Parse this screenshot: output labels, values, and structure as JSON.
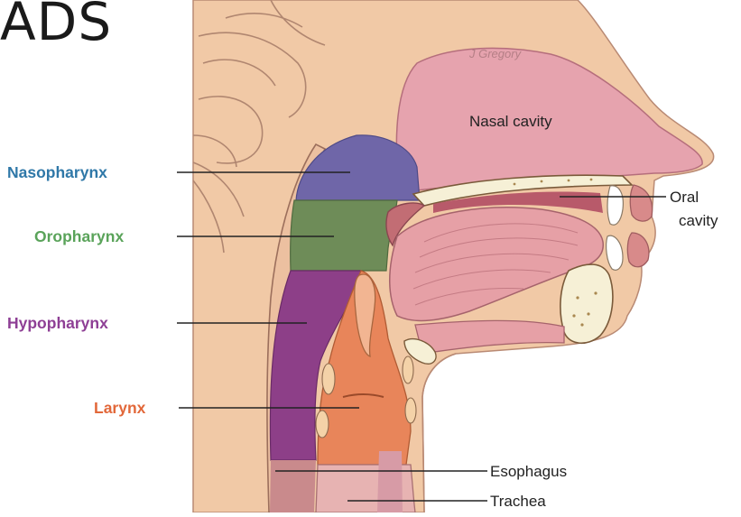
{
  "heading": "ADS",
  "signature": "J Gregory",
  "labels": {
    "nasopharynx": "Nasopharynx",
    "oropharynx": "Oropharynx",
    "hypopharynx": "Hypopharynx",
    "larynx": "Larynx",
    "nasal_cavity": "Nasal cavity",
    "oral_cavity_line1": "Oral",
    "oral_cavity_line2": "cavity",
    "esophagus": "Esophagus",
    "trachea": "Trachea"
  },
  "colors": {
    "nasopharynx": "#2f78a8",
    "oropharynx": "#5aa35a",
    "hypopharynx": "#8e3f95",
    "larynx": "#e2683a",
    "skin": "#f1c9a6",
    "nasal_tissue": "#e6a3ae",
    "tongue": "#e6a0a6",
    "nasopharynx_fill": "#6f66a8",
    "oropharynx_fill": "#6e8c58",
    "hypopharynx_fill": "#8d3f88",
    "larynx_fill": "#e8855a"
  }
}
